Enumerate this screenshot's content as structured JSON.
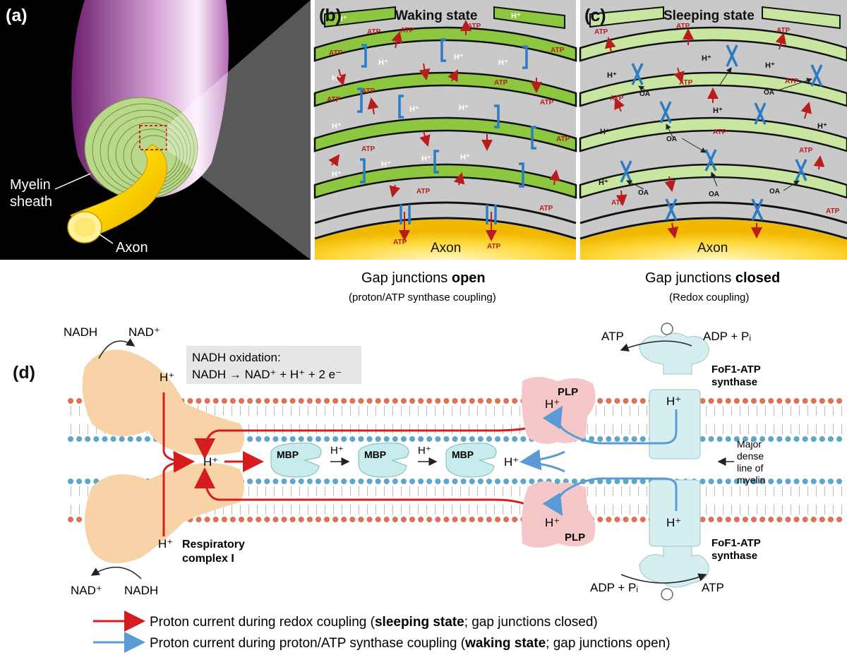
{
  "colors": {
    "red_arrow": "#d61d1d",
    "blue_arrow": "#5b9bd5",
    "myelin_wake": "#8dc63f",
    "myelin_sleep": "#c8e6a0",
    "gap_junction": "#2c7cc4",
    "atp_arrow": "#b91c1c",
    "protein_tan": "#f8d3a8",
    "mbp_cyan": "#c8ecec",
    "plp_pink": "#f6c7c9",
    "synthase_blue": "#d5eef0",
    "axon_yellow": "#ffd93d",
    "panel_gray": "#c9c9c9"
  },
  "panel_a": {
    "tag": "(a)",
    "myelin_label_1": "Myelin",
    "myelin_label_2": "sheath",
    "axon_label": "Axon"
  },
  "panel_b": {
    "tag": "(b)",
    "title": "Waking state",
    "axon": "Axon",
    "caption_1": "Gap junctions",
    "caption_bold": "open",
    "caption_2": "(proton/ATP synthase coupling)",
    "proton": "H⁺",
    "atp": "ATP"
  },
  "panel_c": {
    "tag": "(c)",
    "title": "Sleeping state",
    "axon": "Axon",
    "caption_1": "Gap junctions",
    "caption_bold": "closed",
    "caption_2": "(Redox coupling)",
    "proton": "H⁺",
    "atp": "ATP",
    "oa": "OA"
  },
  "panel_d": {
    "tag": "(d)",
    "nadh_oxidation_title": "NADH oxidation:",
    "nadh_oxidation_eq": "NADH → NAD⁺ + H⁺ + 2 e⁻",
    "nadh": "NADH",
    "nad_plus": "NAD⁺",
    "h_plus": "H⁺",
    "mbp": "MBP",
    "plp": "PLP",
    "atp": "ATP",
    "adp_pi": "ADP + Pᵢ",
    "synthase_1": "FoF1-ATP",
    "synthase_2": "synthase",
    "complex_1": "Respiratory",
    "complex_2": "complex I",
    "major_1": "Major",
    "major_2": "dense",
    "major_3": "line of",
    "major_4": "myelin"
  },
  "legend": {
    "red_prefix": "Proton current during redox coupling (",
    "red_bold": "sleeping state",
    "red_suffix": "; gap junctions closed)",
    "blue_prefix": "Proton current during proton/ATP synthase coupling (",
    "blue_bold": "waking state",
    "blue_suffix": "; gap junctions open)"
  }
}
